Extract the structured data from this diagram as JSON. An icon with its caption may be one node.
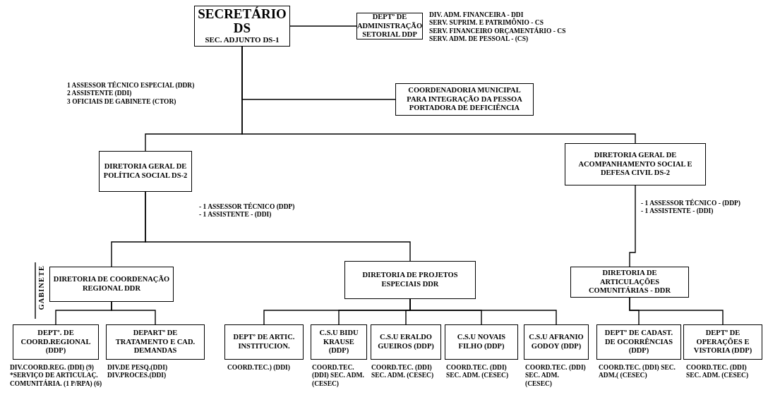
{
  "diagram": {
    "nodes": [
      {
        "text": [
          "SECRETÁRIO DS",
          "SEC. ADJUNTO DS-1"
        ],
        "beside": [
          "1 ASSESSOR TÉCNICO ESPECIAL (DDR)",
          "2 ASSISTENTE (DDI)",
          "3 OFICIAIS DE GABINETE (CTOR)"
        ]
      },
      {
        "text": [
          "DEPTº DE ADMINISTRAÇÃO SETORIAL DDP"
        ],
        "beside": [
          "DIV. ADM. FINANCEIRA - DDI",
          "SERV. SUPRIM. E PATRIMÔNIO - CS",
          "SERV. FINANCEIRO ORÇAMENTÁRIO - CS",
          "SERV. ADM. DE PESSOAL - (CS)"
        ]
      },
      {
        "text": [
          "COORDENADORIA MUNICIPAL PARA INTEGRAÇÃO DA PESSOA PORTADORA DE DEFICIÊNCIA"
        ]
      },
      {
        "text": [
          "DIRETORIA GERAL DE POLÍTICA SOCIAL DS-2"
        ],
        "beside": [
          "- 1 ASSESSOR TÉCNICO (DDP)",
          "- 1 ASSISTENTE - (DDI)"
        ]
      },
      {
        "text": [
          "DIRETORIA GERAL DE ACOMPANHAMENTO SOCIAL E DEFESA CIVIL DS-2"
        ],
        "beside": [
          "- 1 ASSESSOR TÉCNICO - (DDP)",
          "- 1 ASSISTENTE - (DDI)"
        ]
      },
      {
        "text": [
          "DIRETORIA DE COORDENAÇÃO REGIONAL DDR"
        ]
      },
      {
        "text": [
          "DIRETORIA DE PROJETOS ESPECIAIS DDR"
        ]
      },
      {
        "text": [
          "DIRETORIA DE ARTICULAÇÕES COMUNITÁRIAS - DDR"
        ]
      },
      {
        "text": [
          "DEPTº. DE COORD.REGIONAL (DDP)"
        ],
        "beside": [
          "DIV.COORD.REG. (DDI) (9)",
          "*SERVIÇO DE ARTICULAÇ. COMUNITÁRIA. (1 P/RPA) (6)"
        ]
      },
      {
        "text": [
          "DEPARTº DE TRATAMENTO E CAD. DEMANDAS"
        ],
        "beside": [
          "DIV.DE PESQ.(DDI)",
          "DIV.PROCES.(DDI)"
        ]
      },
      {
        "text": [
          "DEPTº DE ARTIC. INSTITUCION."
        ],
        "beside": [
          "COORD.TEC.) (DDI)"
        ]
      },
      {
        "text": [
          "C.S.U BIDU KRAUSE (DDP)"
        ],
        "beside": [
          "COORD.TEC. (DDI) SEC. ADM. (CESEC)"
        ]
      },
      {
        "text": [
          "C.S.U ERALDO GUEIROS (DDP)"
        ],
        "beside": [
          "COORD.TEC. (DDI) SEC. ADM. (CESEC)"
        ]
      },
      {
        "text": [
          "C.S.U NOVAIS FILHO (DDP)"
        ],
        "beside": [
          "COORD.TEC. (DDI) SEC. ADM. (CESEC)"
        ]
      },
      {
        "text": [
          "C.S.U AFRANIO GODOY (DDP)"
        ],
        "beside": [
          "COORD.TEC. (DDI) SEC. ADM. (CESEC)"
        ]
      },
      {
        "text": [
          "DEPTº DE CADAST. DE OCORRÊNCIAS (DDP)"
        ],
        "beside": [
          "COORD.TEC. (DDI) SEC. ADM.( (CESEC)"
        ]
      },
      {
        "text": [
          "DEPTº DE OPERAÇÕES E VISTORIA (DDP)"
        ],
        "beside": [
          "COORD.TEC. (DDI) SEC. ADM. (CESEC)"
        ]
      }
    ],
    "edges": [
      {
        "from": 0,
        "to": 1,
        "arrow": "none"
      },
      {
        "from": 0,
        "to": 2,
        "arrow": "none"
      },
      {
        "from": 0,
        "to": 3,
        "arrow": "none"
      },
      {
        "from": 0,
        "to": 4,
        "arrow": "none"
      },
      {
        "from": 3,
        "to": 5,
        "arrow": "none"
      },
      {
        "from": 3,
        "to": 6,
        "arrow": "none"
      },
      {
        "from": 4,
        "to": 7,
        "arrow": "none"
      },
      {
        "from": 5,
        "to": 8,
        "arrow": "none"
      },
      {
        "from": 5,
        "to": 9,
        "arrow": "none"
      },
      {
        "from": 6,
        "to": 10,
        "arrow": "none"
      },
      {
        "from": 6,
        "to": 11,
        "arrow": "none"
      },
      {
        "from": 6,
        "to": 12,
        "arrow": "none"
      },
      {
        "from": 6,
        "to": 13,
        "arrow": "none"
      },
      {
        "from": 6,
        "to": 14,
        "arrow": "none"
      },
      {
        "from": 7,
        "to": 15,
        "arrow": "none"
      },
      {
        "from": 7,
        "to": 16,
        "arrow": "none"
      }
    ],
    "labels": [
      "GABINETE"
    ]
  }
}
